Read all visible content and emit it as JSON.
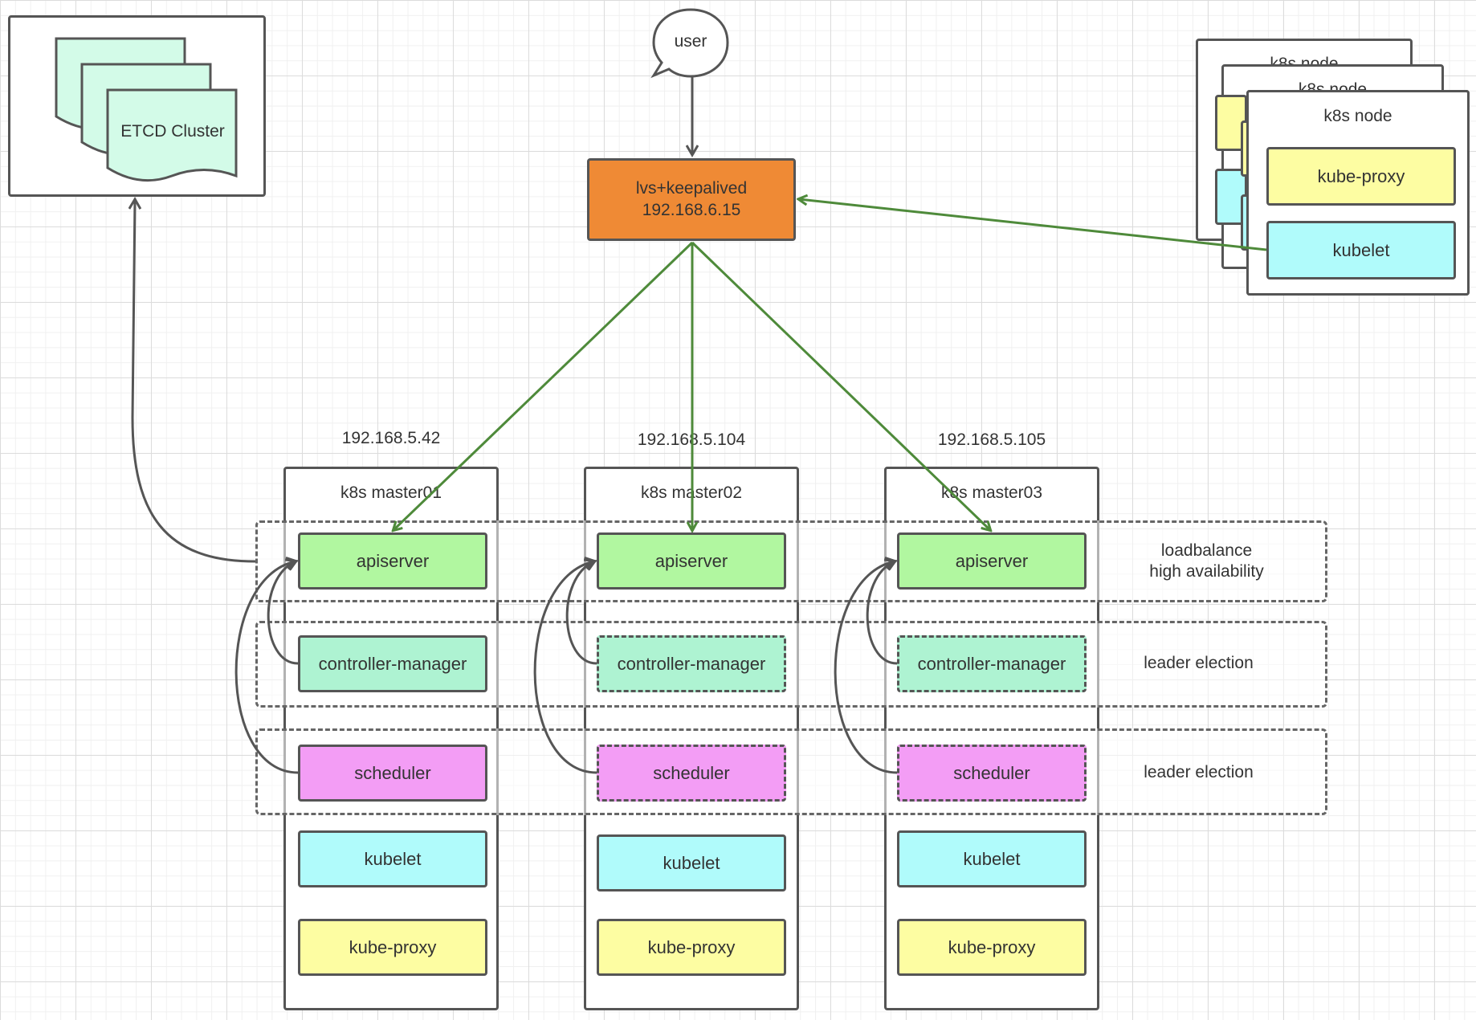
{
  "user": {
    "label": "user"
  },
  "lb": {
    "line1": "lvs+keepalived",
    "line2": "192.168.6.15",
    "color": "#ef8a35"
  },
  "etcd": {
    "label": "ETCD Cluster"
  },
  "node": {
    "title": "k8s node",
    "kube_proxy": "kube-proxy",
    "kubelet": "kubelet"
  },
  "masters": [
    {
      "ip": "192.168.5.42",
      "title": "k8s master01",
      "apiserver": "apiserver",
      "controller": "controller-manager",
      "scheduler": "scheduler",
      "kubelet": "kubelet",
      "kube_proxy": "kube-proxy"
    },
    {
      "ip": "192.168.5.104",
      "title": "k8s master02",
      "apiserver": "apiserver",
      "controller": "controller-manager",
      "scheduler": "scheduler",
      "kubelet": "kubelet",
      "kube_proxy": "kube-proxy"
    },
    {
      "ip": "192.168.5.105",
      "title": "k8s master03",
      "apiserver": "apiserver",
      "controller": "controller-manager",
      "scheduler": "scheduler",
      "kubelet": "kubelet",
      "kube_proxy": "kube-proxy"
    }
  ],
  "zones": {
    "api_line1": "loadbalance",
    "api_line2": "high availability",
    "controller": "leader election",
    "scheduler": "leader election"
  },
  "colors": {
    "apiserver": "#b1f7a0",
    "controller": "#aef3d2",
    "scheduler": "#f39df5",
    "kubelet": "#b0fbfb",
    "kube_proxy": "#fdfda2",
    "arrow_green": "#4e8a3a",
    "arrow_gray": "#555555"
  }
}
